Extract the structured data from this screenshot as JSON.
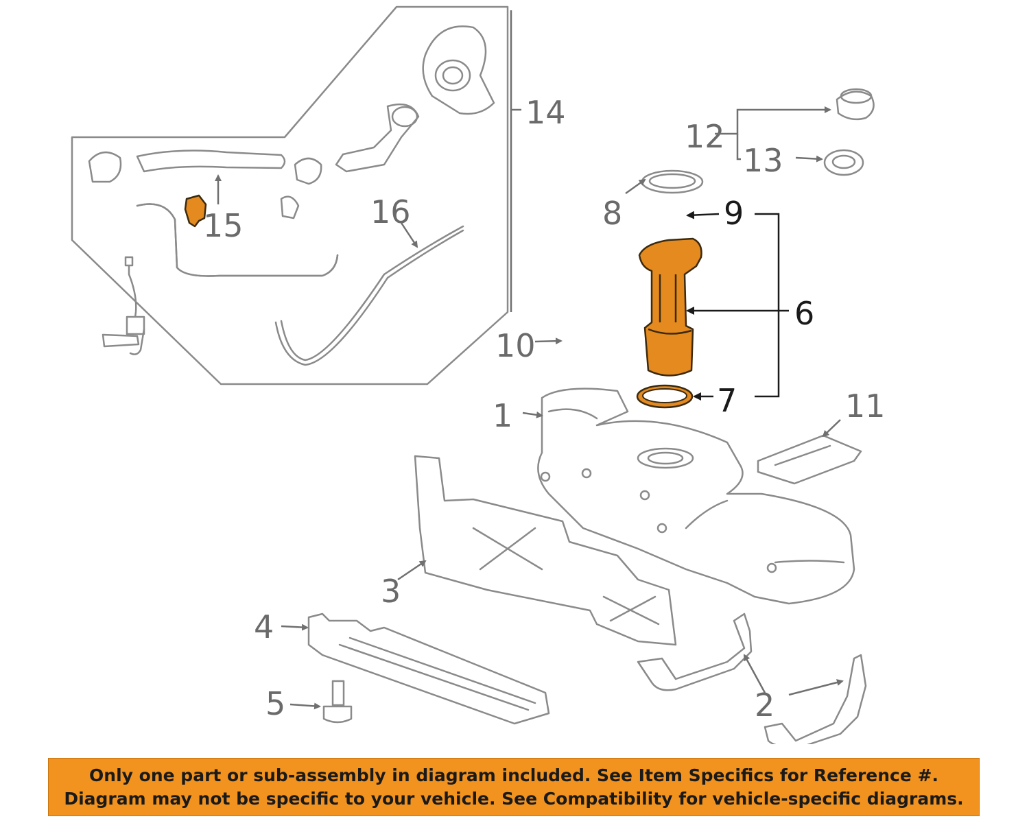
{
  "diagram": {
    "callouts": {
      "c1": "1",
      "c2": "2",
      "c3": "3",
      "c4": "4",
      "c5": "5",
      "c6": "6",
      "c7": "7",
      "c8": "8",
      "c9": "9",
      "c10": "10",
      "c11": "11",
      "c12": "12",
      "c13": "13",
      "c14": "14",
      "c15": "15",
      "c16": "16"
    },
    "colors": {
      "highlight": "#e58a1f",
      "line": "#8a8a8a",
      "banner": "#f2931f"
    }
  },
  "disclaimer": {
    "line1": "Only one part or sub-assembly in diagram included. See Item Specifics for Reference #.",
    "line2": "Diagram may not be specific to your vehicle. See Compatibility for vehicle-specific diagrams."
  }
}
